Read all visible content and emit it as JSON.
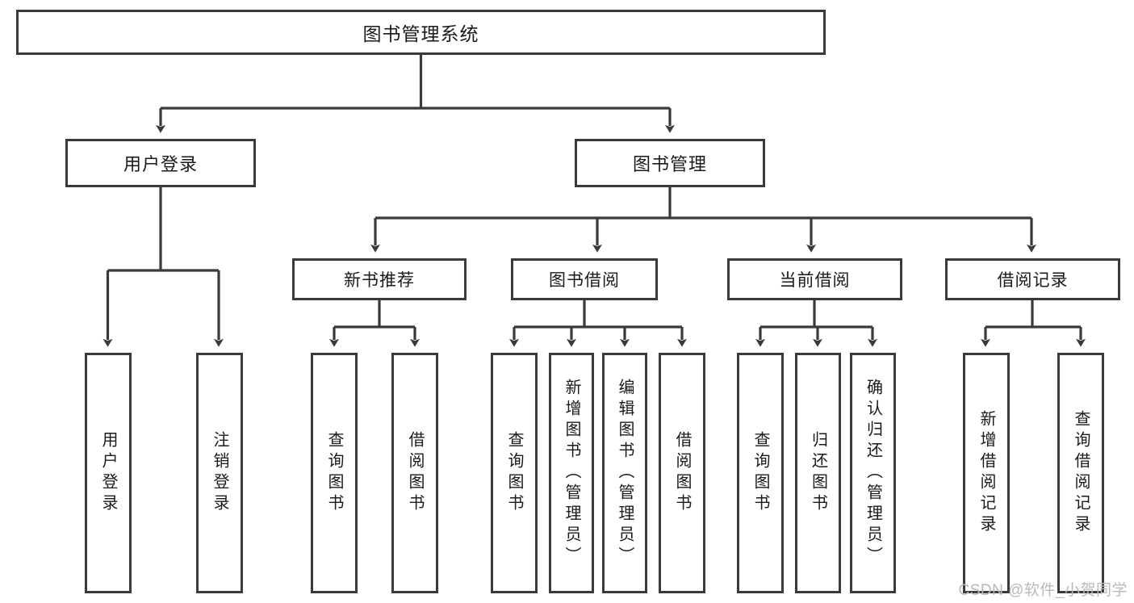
{
  "diagram": {
    "title": "图书管理系统",
    "watermark": "CSDN @软件_小贺同学",
    "colors": {
      "stroke": "#3a3a3a",
      "fill": "#ffffff",
      "text": "#1a1a1a",
      "watermark": "#b9b9b9"
    },
    "root": {
      "label": "图书管理系统"
    },
    "branches": [
      {
        "label": "用户登录"
      },
      {
        "label": "图书管理"
      }
    ],
    "subbranches": [
      {
        "label": "新书推荐"
      },
      {
        "label": "图书借阅"
      },
      {
        "label": "当前借阅"
      },
      {
        "label": "借阅记录"
      }
    ],
    "leaves": [
      {
        "label": "用户登录"
      },
      {
        "label": "注销登录"
      },
      {
        "label": "查询图书"
      },
      {
        "label": "借阅图书"
      },
      {
        "label": "查询图书"
      },
      {
        "label": "新增图书（管理员）"
      },
      {
        "label": "编辑图书（管理员）"
      },
      {
        "label": "借阅图书"
      },
      {
        "label": "查询图书"
      },
      {
        "label": "归还图书"
      },
      {
        "label": "确认归还（管理员）"
      },
      {
        "label": "新增借阅记录"
      },
      {
        "label": "查询借阅记录"
      }
    ]
  }
}
